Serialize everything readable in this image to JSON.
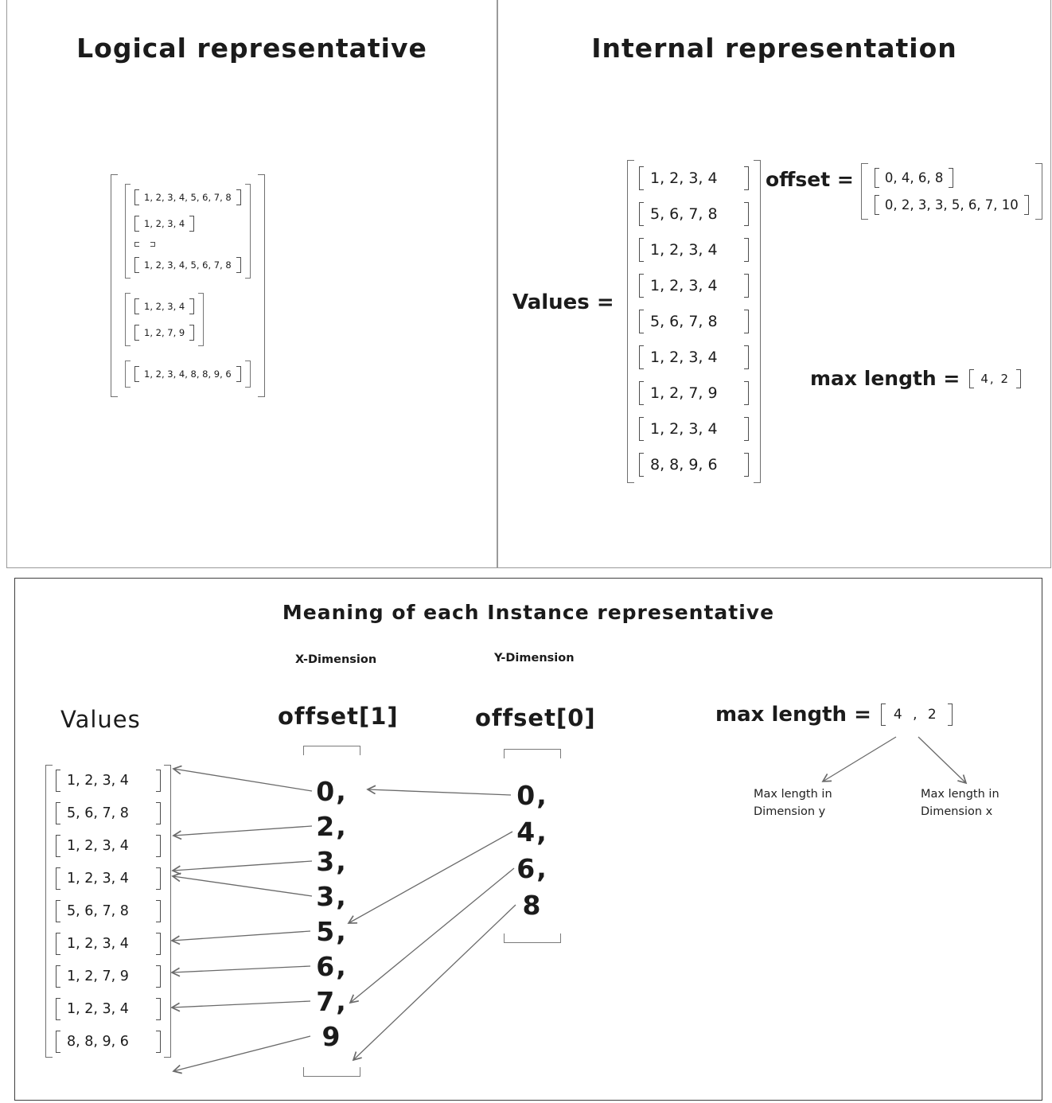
{
  "logical": {
    "title": "Logical representative",
    "group1": [
      "1, 2, 3, 4, 5, 6, 7, 8",
      "1, 2, 3, 4",
      "",
      "1, 2, 3, 4, 5, 6, 7, 8"
    ],
    "group2": [
      "1, 2, 3, 4",
      "1, 2, 7, 9"
    ],
    "group3": [
      "1, 2, 3, 4, 8, 8, 9, 6"
    ]
  },
  "internal": {
    "title": "Internal representation",
    "values_label": "Values =",
    "values": [
      "1, 2, 3, 4",
      "5, 6, 7, 8",
      "1, 2, 3, 4",
      "1, 2, 3, 4",
      "5, 6, 7, 8",
      "1, 2, 3, 4",
      "1, 2, 7, 9",
      "1, 2, 3, 4",
      "8, 8, 9, 6"
    ],
    "offset_label": "offset =",
    "offset_rows": [
      "0, 4, 6, 8",
      "0, 2, 3, 3, 5, 6, 7, 10"
    ],
    "max_length_label": "max length =",
    "max_length_value": "4, 2"
  },
  "meaning": {
    "title": "Meaning of each Instance representative",
    "x_dimension": "X-Dimension",
    "y_dimension": "Y-Dimension",
    "values_header": "Values",
    "offset1_header": "offset[1]",
    "offset0_header": "offset[0]",
    "values": [
      "1, 2, 3, 4",
      "5, 6, 7, 8",
      "1, 2, 3, 4",
      "1, 2, 3, 4",
      "5, 6, 7, 8",
      "1, 2, 3, 4",
      "1, 2, 7, 9",
      "1, 2, 3, 4",
      "8, 8, 9, 6"
    ],
    "offset1": [
      "0,",
      "2,",
      "3,",
      "3,",
      "5,",
      "6,",
      "7,",
      "9"
    ],
    "offset0": [
      "0,",
      "4,",
      "6,",
      "8"
    ],
    "max_length_label": "max length =",
    "max_length_value": "4 , 2",
    "note_y": "Max length in Dimension y",
    "note_x": "Max length in Dimension x"
  }
}
